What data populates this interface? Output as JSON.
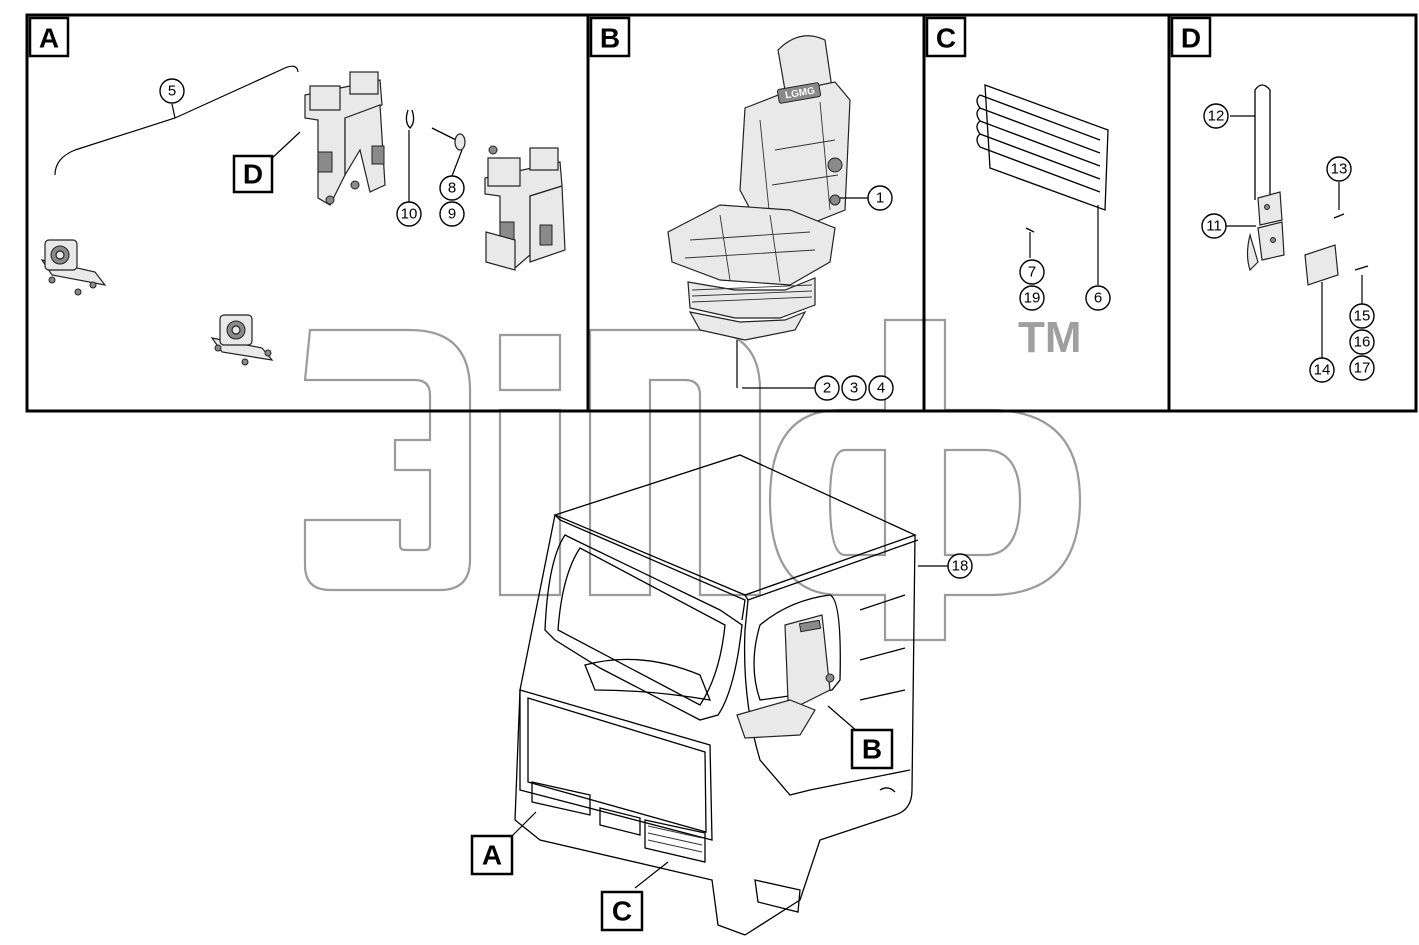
{
  "panels": [
    {
      "letter": "A"
    },
    {
      "letter": "B"
    },
    {
      "letter": "C"
    },
    {
      "letter": "D"
    }
  ],
  "callouts": [
    "1",
    "2",
    "3",
    "4",
    "5",
    "6",
    "7",
    "8",
    "9",
    "10",
    "11",
    "12",
    "13",
    "14",
    "15",
    "16",
    "17",
    "18",
    "19"
  ],
  "assembly_labels": {
    "a": "A",
    "b": "B",
    "c": "C",
    "d": "D"
  },
  "seat_logo": "LGMG",
  "watermark": {
    "tm": "TM"
  }
}
